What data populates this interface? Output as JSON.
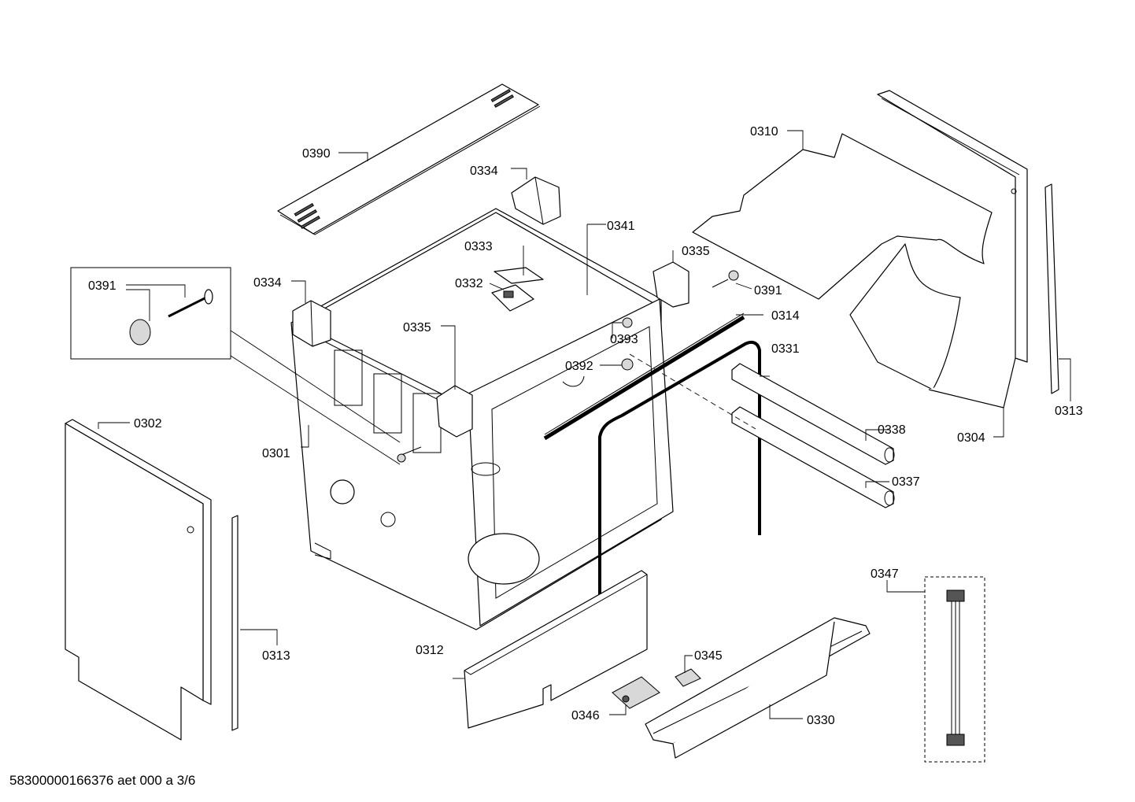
{
  "labels": {
    "p0390": "0390",
    "p0334a": "0334",
    "p0334b": "0334",
    "p0341": "0341",
    "p0333": "0333",
    "p0332": "0332",
    "p0335a": "0335",
    "p0335b": "0335",
    "p0391a": "0391",
    "p0391b": "0391",
    "p0314": "0314",
    "p0393": "0393",
    "p0392": "0392",
    "p0331": "0331",
    "p0338": "0338",
    "p0337": "0337",
    "p0310": "0310",
    "p0304": "0304",
    "p0313a": "0313",
    "p0313b": "0313",
    "p0301": "0301",
    "p0302": "0302",
    "p0312": "0312",
    "p0345": "0345",
    "p0346": "0346",
    "p0330": "0330",
    "p0347": "0347"
  },
  "footer": "58300000166376 aet 000 a 3/6"
}
